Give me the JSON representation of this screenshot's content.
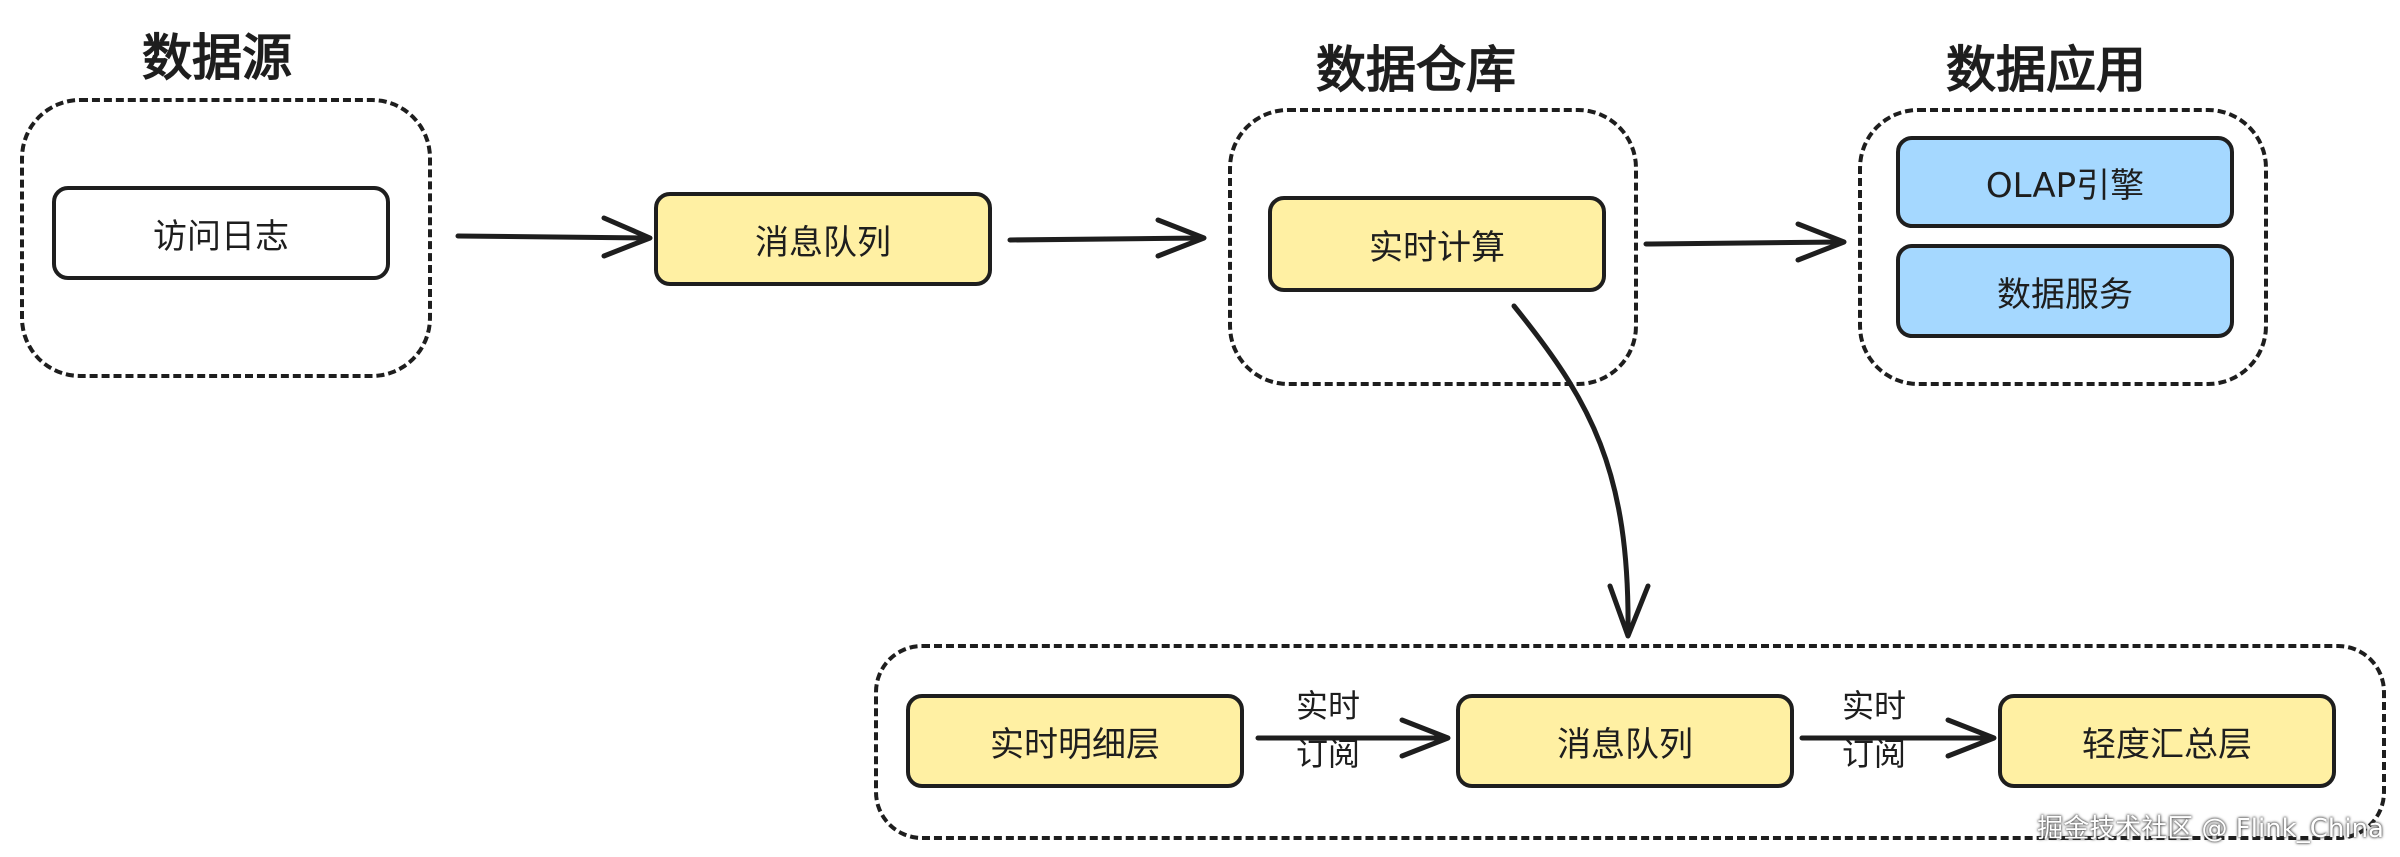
{
  "titles": {
    "source": "数据源",
    "warehouse": "数据仓库",
    "application": "数据应用"
  },
  "nodes": {
    "access_log": "访问日志",
    "message_queue_top": "消息队列",
    "realtime_compute": "实时计算",
    "olap_engine": "OLAP引擎",
    "data_service": "数据服务",
    "realtime_detail_layer": "实时明细层",
    "message_queue_bottom": "消息队列",
    "light_summary_layer": "轻度汇总层"
  },
  "edge_labels": {
    "subscribe_1": {
      "line1": "实时",
      "line2": "订阅"
    },
    "subscribe_2": {
      "line1": "实时",
      "line2": "订阅"
    }
  },
  "watermark": "掘金技术社区 @ Flink_China",
  "colors": {
    "yellow_fill": "#fff0a3",
    "blue_fill": "#a5d8ff",
    "stroke": "#1e1e1e"
  }
}
